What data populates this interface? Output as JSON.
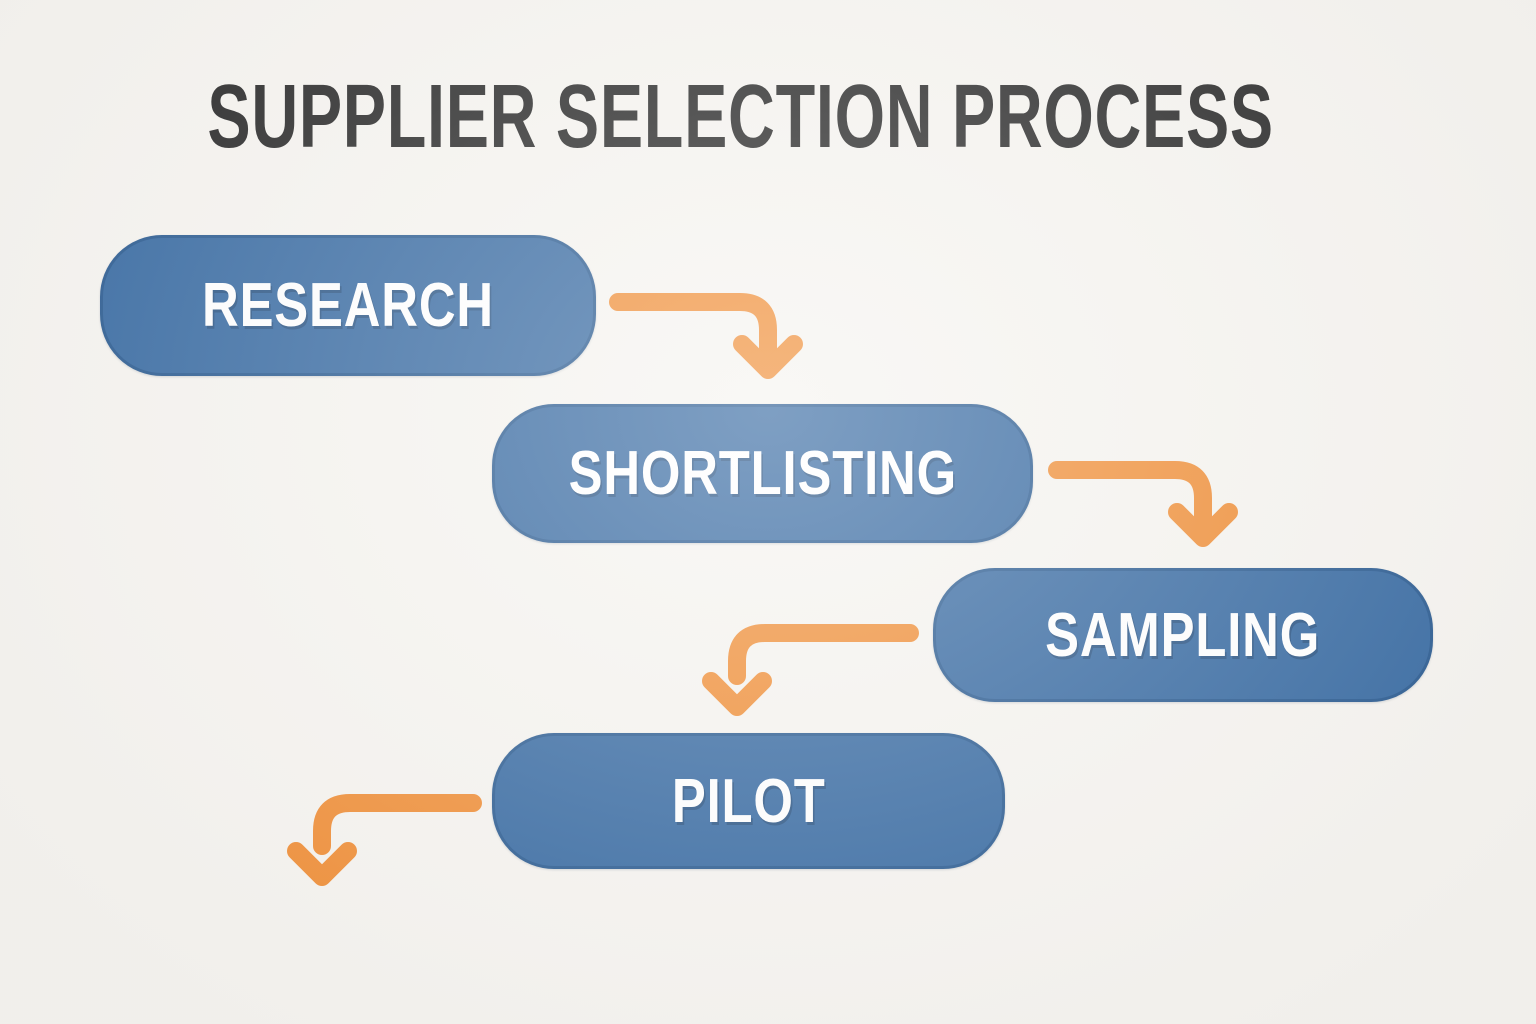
{
  "title": "SUPPLIER SELECTION PROCESS",
  "diagram": {
    "type": "flowchart",
    "steps": [
      {
        "label": "RESEARCH"
      },
      {
        "label": "SHORTLISTING"
      },
      {
        "label": "SAMPLING"
      },
      {
        "label": "PILOT"
      }
    ],
    "connectors": [
      {
        "from": "RESEARCH",
        "to": "SHORTLISTING",
        "shape": "right-then-down-arrow"
      },
      {
        "from": "SHORTLISTING",
        "to": "SAMPLING",
        "shape": "right-then-down-arrow"
      },
      {
        "from": "SAMPLING",
        "to": "PILOT",
        "shape": "left-then-down-arrow"
      },
      {
        "from": "PILOT",
        "to": null,
        "shape": "left-then-down-arrow"
      }
    ]
  },
  "colors": {
    "background": "#f6f4f0",
    "box_fill": "#3a6ca3",
    "box_border": "#2d5d92",
    "box_text": "#ffffff",
    "arrow": "#f0903a",
    "title_text": "#2b2b2b"
  }
}
